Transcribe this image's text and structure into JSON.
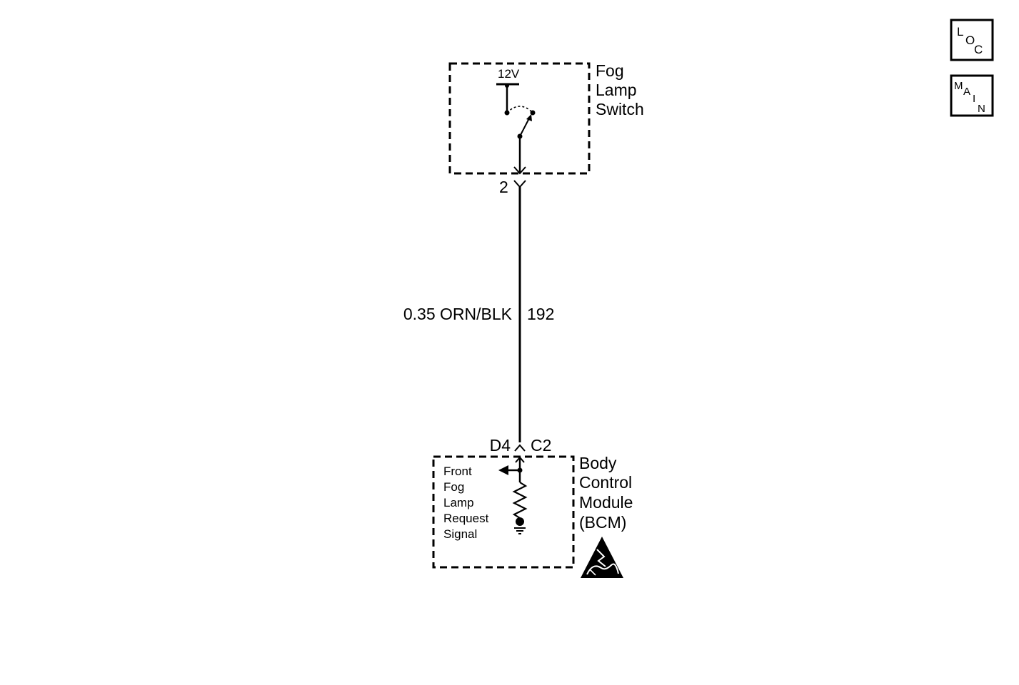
{
  "nav": {
    "loc": {
      "l1": "L",
      "l2": "O",
      "l3": "C"
    },
    "main": {
      "l1": "M",
      "l2": "A",
      "l3": "I",
      "l4": "N"
    }
  },
  "fog_switch": {
    "name": [
      "Fog",
      "Lamp",
      "Switch"
    ],
    "supply": "12V",
    "pin": "2"
  },
  "wire": {
    "spec": "0.35 ORN/BLK",
    "circuit": "192"
  },
  "bcm": {
    "name": [
      "Body",
      "Control",
      "Module",
      "(BCM)"
    ],
    "connector_left": "D4",
    "connector_right": "C2",
    "signal_label": [
      "Front",
      "Fog",
      "Lamp",
      "Request",
      "Signal"
    ]
  },
  "esd_icon": "esd-warning-icon"
}
